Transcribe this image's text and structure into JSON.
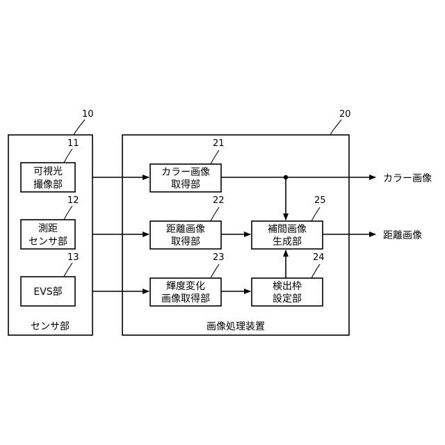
{
  "diagram": {
    "sensor_section": {
      "ref": "10",
      "label": "センサ部"
    },
    "device_section": {
      "ref": "20",
      "label": "画像処理装置"
    },
    "blocks": {
      "visible_camera": {
        "ref": "11",
        "line1": "可視光",
        "line2": "撮像部"
      },
      "ranging_sensor": {
        "ref": "12",
        "line1": "測距",
        "line2": "センサ部"
      },
      "evs": {
        "ref": "13",
        "line1": "EVS部"
      },
      "color_acq": {
        "ref": "21",
        "line1": "カラー画像",
        "line2": "取得部"
      },
      "distance_acq": {
        "ref": "22",
        "line1": "距離画像",
        "line2": "取得部"
      },
      "luminance_acq": {
        "ref": "23",
        "line1": "輝度変化",
        "line2": "画像取得部"
      },
      "frame_setting": {
        "ref": "24",
        "line1": "検出枠",
        "line2": "設定部"
      },
      "interpolation": {
        "ref": "25",
        "line1": "補間画像",
        "line2": "生成部"
      }
    },
    "outputs": {
      "color_image": "カラー画像",
      "distance_image": "距離画像"
    }
  }
}
